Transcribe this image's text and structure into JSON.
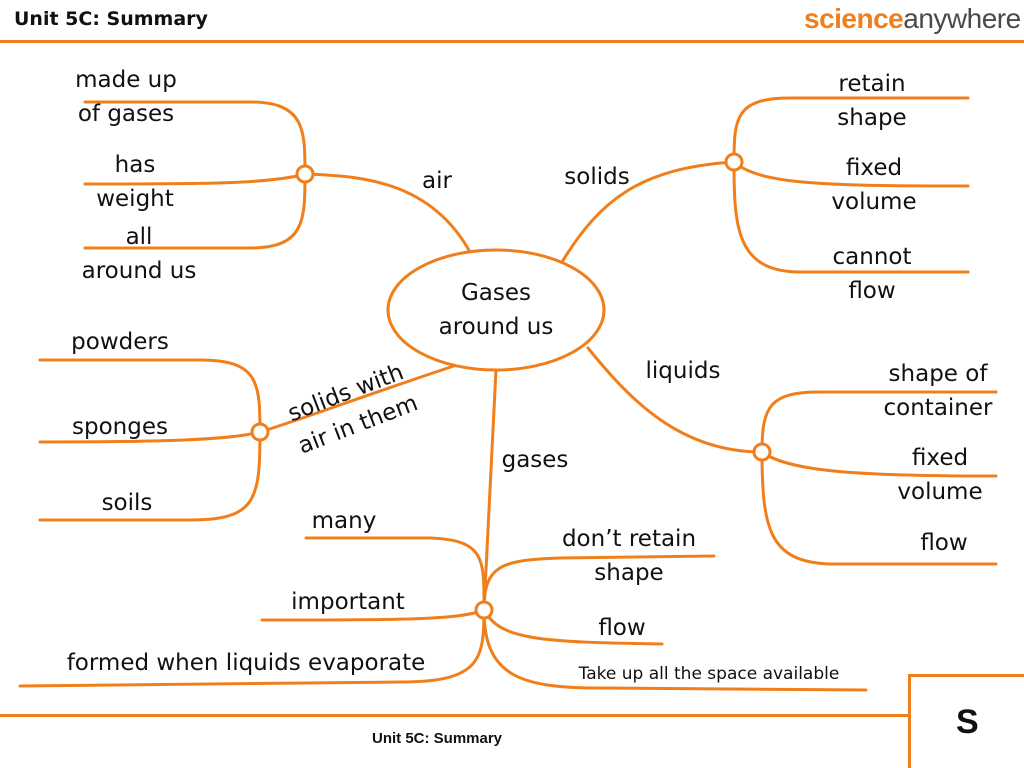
{
  "header": {
    "title": "Unit 5C: Summary"
  },
  "logo": {
    "part1": "science",
    "part2": "anywhere"
  },
  "center": {
    "line1": "Gases",
    "line2": "around us"
  },
  "branches": {
    "air": {
      "label": "air",
      "items": {
        "made_up": {
          "l1": "made up",
          "l2": "of gases"
        },
        "has_weight": {
          "l1": "has",
          "l2": "weight"
        },
        "all_around": {
          "l1": "all",
          "l2": "around us"
        }
      }
    },
    "solids": {
      "label": "solids",
      "items": {
        "retain": {
          "l1": "retain",
          "l2": "shape"
        },
        "fixed": {
          "l1": "fixed",
          "l2": "volume"
        },
        "cannot": {
          "l1": "cannot",
          "l2": "flow"
        }
      }
    },
    "solids_air": {
      "l1": "solids with",
      "l2": "air in them",
      "items": {
        "powders": "powders",
        "sponges": "sponges",
        "soils": "soils"
      }
    },
    "liquids": {
      "label": "liquids",
      "items": {
        "shape_of": {
          "l1": "shape of",
          "l2": "container"
        },
        "fixed": {
          "l1": "fixed",
          "l2": "volume"
        },
        "flow": "flow"
      }
    },
    "gases": {
      "label": "gases",
      "items": {
        "many": "many",
        "important": "important",
        "formed": "formed when liquids evaporate",
        "dont_retain": {
          "l1": "don’t retain",
          "l2": "shape"
        },
        "flow": "flow",
        "take_up": "Take up all the space available"
      }
    }
  },
  "corner": {
    "letter": "S"
  },
  "footer": {
    "text": "Unit 5C: Summary"
  },
  "colors": {
    "accent": "#f07f1b",
    "line": "#f07f1b",
    "text": "#111111"
  }
}
